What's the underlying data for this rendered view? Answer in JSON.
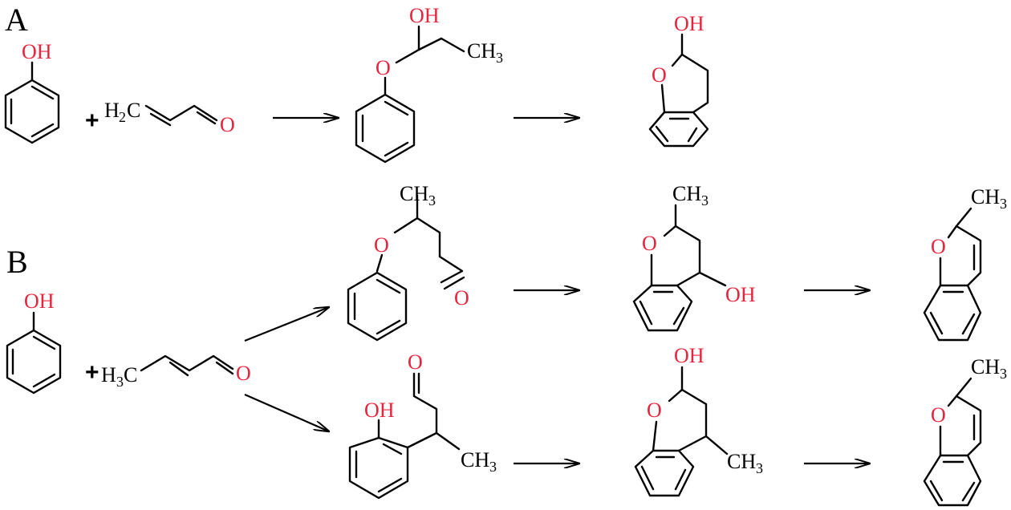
{
  "panels": {
    "a": "A",
    "b": "B"
  },
  "labels": {
    "oh": "OH",
    "o": "O",
    "h": "H",
    "c": "C",
    "ch": "CH",
    "two": "2",
    "three": "3",
    "plus": "+"
  },
  "colors": {
    "heteroatom": "#e8243c",
    "bond": "#000000"
  }
}
